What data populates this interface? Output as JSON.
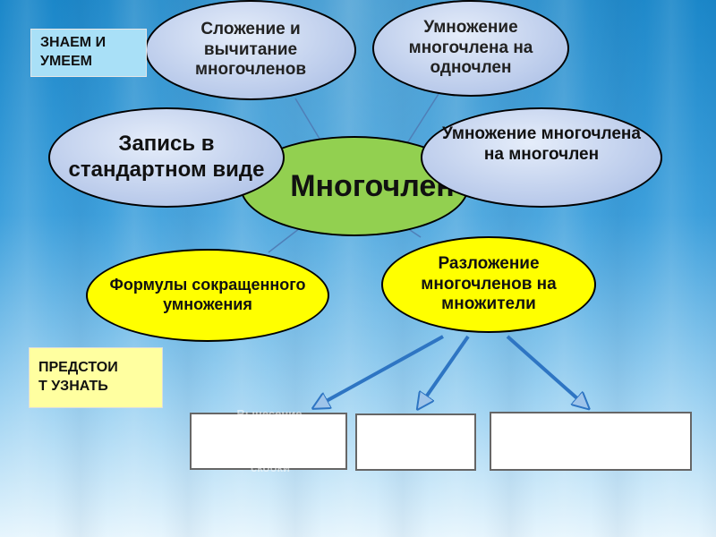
{
  "center": {
    "label": "Многочлен"
  },
  "topics": {
    "add_sub": [
      "Сложение и",
      "вычитание",
      "многочленов"
    ],
    "mul_mono": [
      "Умножение",
      "многочлена на",
      "одночлен"
    ],
    "standard_form": [
      "Запись в",
      "стандартном виде"
    ],
    "mul_poly": [
      "Умножение многочлена",
      "на многочлен"
    ],
    "formulas": [
      "Формулы сокращенного",
      "умножения"
    ],
    "factoring": [
      "Разложение",
      "многочленов на",
      "множители"
    ]
  },
  "labels": {
    "known": [
      "ЗНАЕМ И",
      "УМЕЕМ"
    ],
    "future": [
      "ПРЕДСТОИ",
      "Т УЗНАТЬ"
    ]
  },
  "ghost_text": {
    "line1": "Вынесение",
    "line2": "скобки"
  },
  "colors": {
    "center_fill": "#92d050",
    "topic_fill": "#b8c9ea",
    "highlight_fill": "#ffff00",
    "arrow": "#2e75c3",
    "known_label_bg": "#a9e0f7",
    "future_label_bg": "#ffffa0"
  }
}
